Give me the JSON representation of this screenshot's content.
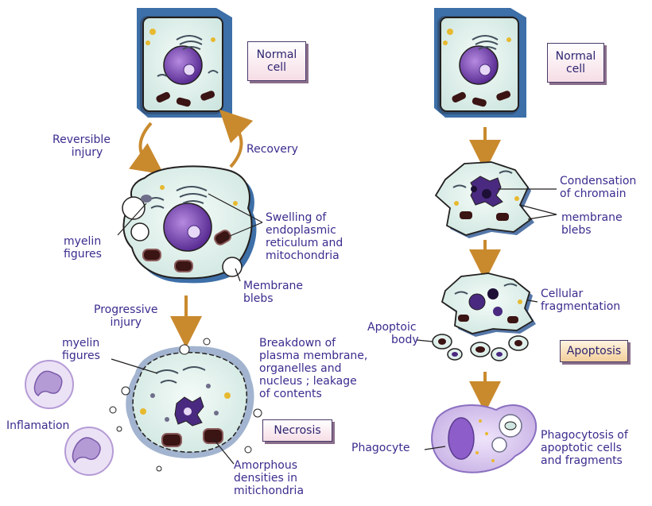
{
  "colors": {
    "label_text": "#3b2c8e",
    "arrow": "#c98a2e",
    "cytoplasm": "#dff0ec",
    "cell_outline": "#23201f",
    "nucleus": "#6b3aa6",
    "mitochondria": "#3b1414",
    "inflammatory_cell": "#b59bd6",
    "necrosis_box": "#f6dde6",
    "apoptosis_box": "#f3cf9a"
  },
  "necrosis_pathway": {
    "normal_cell_line1": "Normal",
    "normal_cell_line2": "cell",
    "reversible_injury_line1": "Reversible",
    "reversible_injury_line2": "injury",
    "recovery": "Recovery",
    "myelin_figures_1_line1": "myelin",
    "myelin_figures_1_line2": "figures",
    "swelling_line1": "Swelling of",
    "swelling_line2": "endoplasmic",
    "swelling_line3": "reticulum and",
    "swelling_line4": "mitochondria",
    "membrane_blebs_line1": "Membrane",
    "membrane_blebs_line2": "blebs",
    "progressive_injury_line1": "Progressive",
    "progressive_injury_line2": "injury",
    "myelin_figures_2_line1": "myelin",
    "myelin_figures_2_line2": "figures",
    "breakdown_line1": "Breakdown of",
    "breakdown_line2": "plasma membrane,",
    "breakdown_line3": "organelles and",
    "breakdown_line4": "nucleus ; leakage",
    "breakdown_line5": "of contents",
    "necrosis": "Necrosis",
    "inflammation": "Inflamation",
    "amorphous_line1": "Amorphous",
    "amorphous_line2": "densities in",
    "amorphous_line3": "mitichondria"
  },
  "apoptosis_pathway": {
    "normal_cell_line1": "Normal",
    "normal_cell_line2": "cell",
    "condensation_line1": "Condensation",
    "condensation_line2": "of chromain",
    "membrane_blebs_line1": "membrane",
    "membrane_blebs_line2": "blebs",
    "fragmentation_line1": "Cellular",
    "fragmentation_line2": "fragmentation",
    "apoptotic_body_line1": "Apoptoic",
    "apoptotic_body_line2": "body",
    "apoptosis": "Apoptosis",
    "phagocyte": "Phagocyte",
    "phagocytosis_line1": "Phagocytosis of",
    "phagocytosis_line2": "apoptotic cells",
    "phagocytosis_line3": "and fragments"
  }
}
